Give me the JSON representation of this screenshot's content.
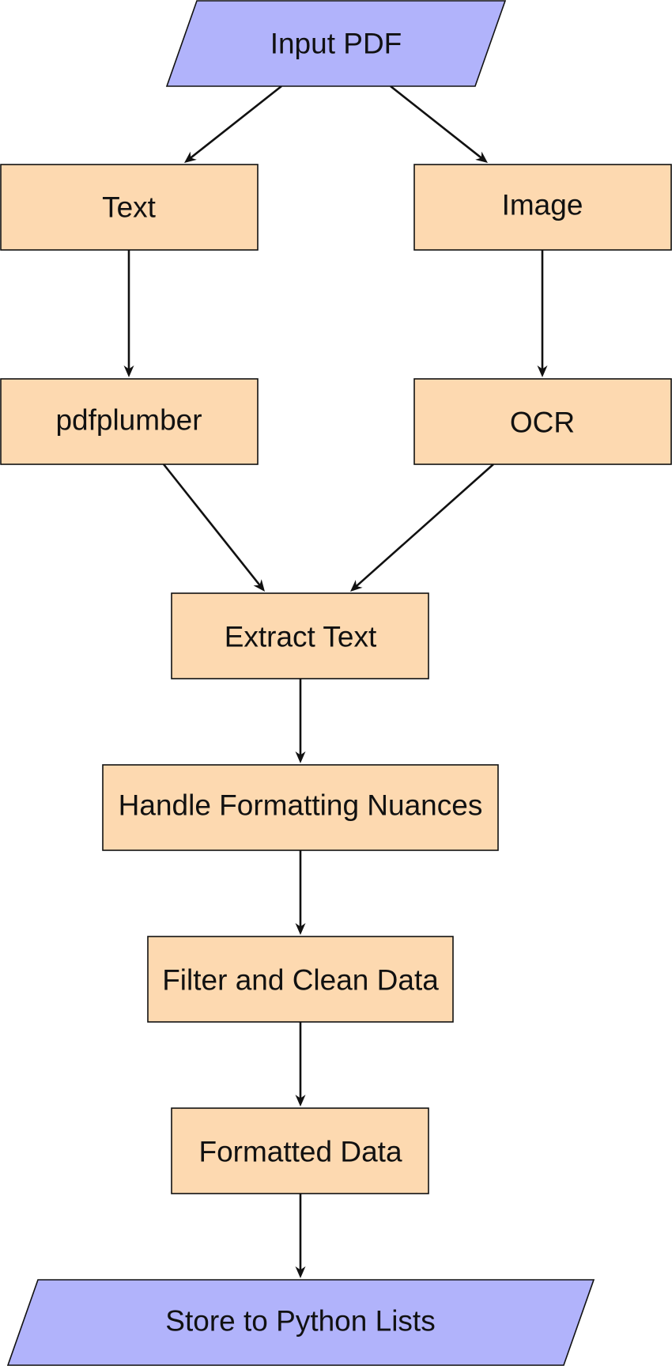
{
  "colors": {
    "process_fill": "#FDD9B0",
    "io_fill": "#B1B3FB",
    "stroke": "#111111",
    "background": "#ffffff"
  },
  "nodes": {
    "input_pdf": "Input PDF",
    "text": "Text",
    "image": "Image",
    "pdfplumber": "pdfplumber",
    "ocr": "OCR",
    "extract_text": "Extract Text",
    "handle_formatting": "Handle Formatting Nuances",
    "filter_clean": "Filter and Clean Data",
    "formatted_data": "Formatted Data",
    "store_lists": "Store to Python Lists"
  },
  "edges": [
    {
      "from": "input_pdf",
      "to": "text"
    },
    {
      "from": "input_pdf",
      "to": "image"
    },
    {
      "from": "text",
      "to": "pdfplumber"
    },
    {
      "from": "image",
      "to": "ocr"
    },
    {
      "from": "pdfplumber",
      "to": "extract_text"
    },
    {
      "from": "ocr",
      "to": "extract_text"
    },
    {
      "from": "extract_text",
      "to": "handle_formatting"
    },
    {
      "from": "handle_formatting",
      "to": "filter_clean"
    },
    {
      "from": "filter_clean",
      "to": "formatted_data"
    },
    {
      "from": "formatted_data",
      "to": "store_lists"
    }
  ]
}
